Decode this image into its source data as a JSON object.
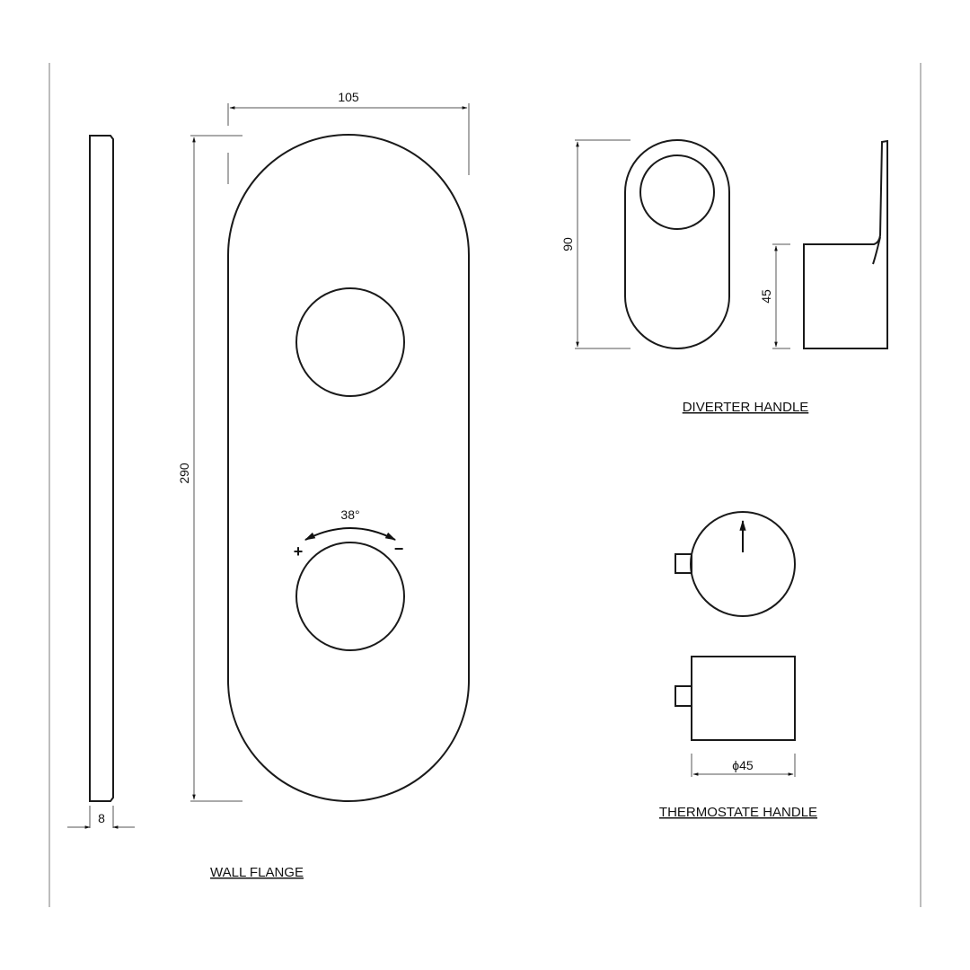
{
  "drawing": {
    "colors": {
      "line": "#1a1a1a",
      "frame": "#bdbdbd",
      "background": "#ffffff"
    },
    "wall_flange": {
      "title": "WALL FLANGE",
      "width_dim": "105",
      "height_dim": "290",
      "thickness_dim": "8",
      "rotation_angle": "38°",
      "plus_sign": "+",
      "minus_sign": "−"
    },
    "diverter_handle": {
      "title": "DIVERTER HANDLE",
      "height_dim": "90",
      "side_height_dim": "45"
    },
    "thermostate_handle": {
      "title": "THERMOSTATE  HANDLE",
      "diameter_dim": "ϕ45"
    }
  }
}
